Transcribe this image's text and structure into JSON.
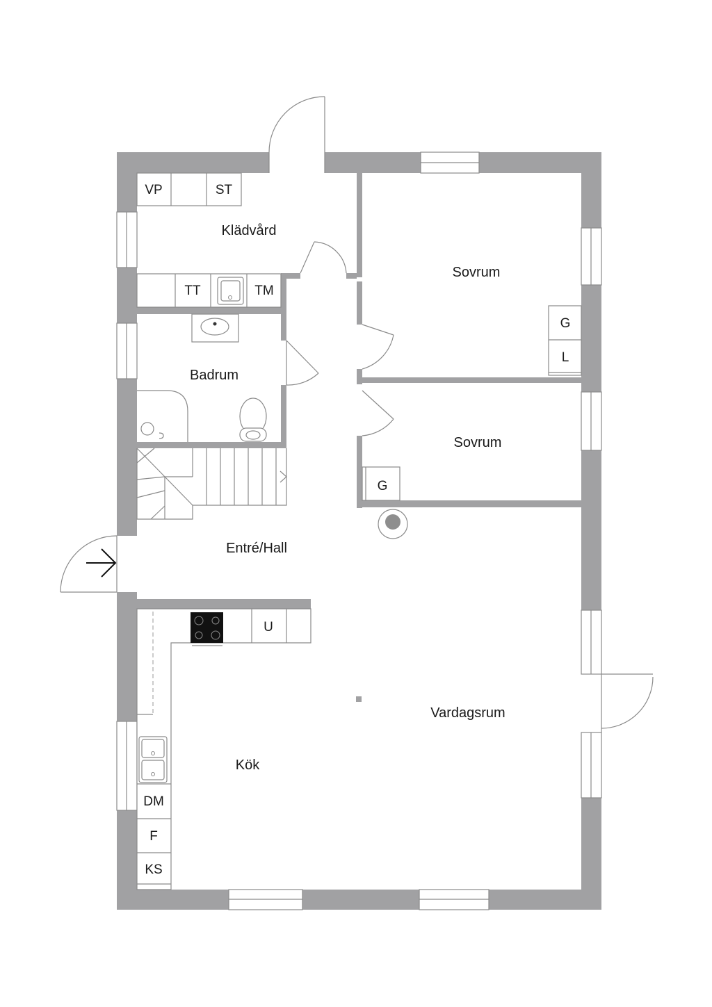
{
  "rooms": {
    "kladvard": "Klädvård",
    "sovrum_1": "Sovrum",
    "sovrum_2": "Sovrum",
    "badrum": "Badrum",
    "entre_hall": "Entré/Hall",
    "kok": "Kök",
    "vardagsrum": "Vardagsrum"
  },
  "appliances": {
    "vp": "VP",
    "st": "ST",
    "tt": "TT",
    "tm": "TM",
    "g_sovrum_1": "G",
    "l_sovrum_1": "L",
    "g_sovrum_2": "G",
    "u": "U",
    "dm": "DM",
    "f": "F",
    "ks": "KS"
  },
  "colors": {
    "wall": "#a1a1a3",
    "line": "#8a8a8a",
    "text": "#1a1a1a",
    "background": "#ffffff"
  }
}
